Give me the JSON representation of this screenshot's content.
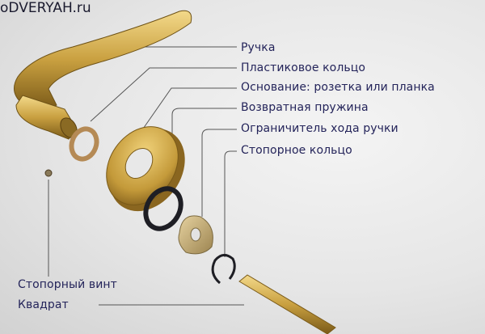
{
  "watermark": "oDVERYAH.ru",
  "labels": {
    "handle": "Ручка",
    "plastic_ring": "Пластиковое кольцо",
    "base": "Основание: розетка или планка",
    "return_spring": "Возвратная пружина",
    "travel_limiter": "Ограничитель хода ручки",
    "retaining_ring": "Стопорное кольцо",
    "set_screw": "Стопорный винт",
    "square_shaft": "Квадрат"
  },
  "colors": {
    "label": "#24245a",
    "gold": "#c9a040",
    "leader": "#555555"
  }
}
